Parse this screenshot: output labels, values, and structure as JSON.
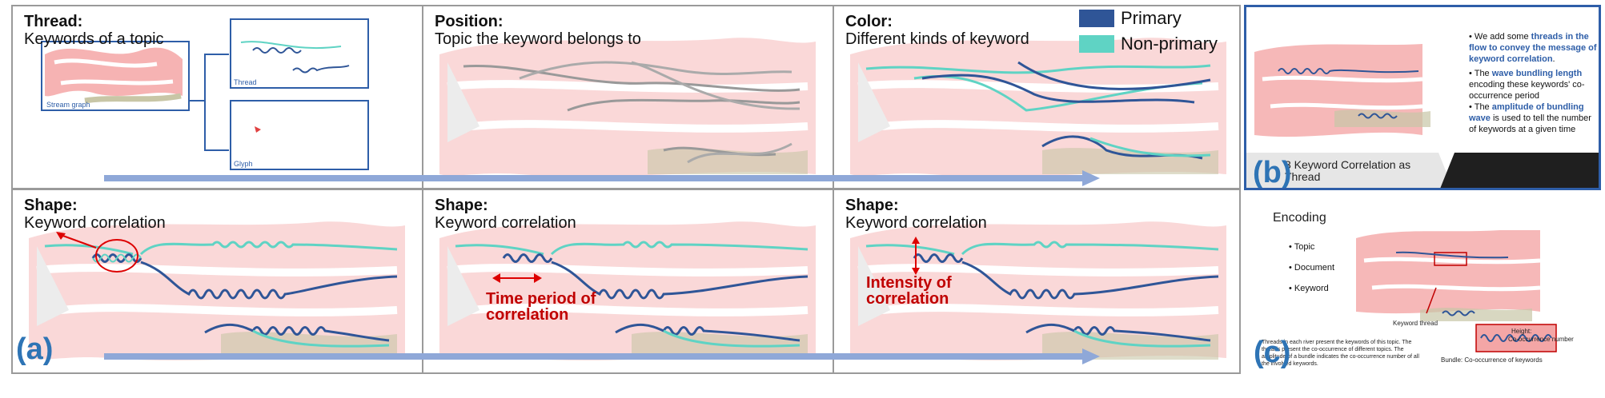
{
  "panels": {
    "thread": {
      "title": "Thread:",
      "subtitle": "Keywords of a topic",
      "label_stream": "Stream graph",
      "label_thread": "Thread",
      "label_glyph": "Glyph"
    },
    "position": {
      "title": "Position:",
      "subtitle": "Topic the keyword belongs to"
    },
    "color": {
      "title": "Color:",
      "subtitle": "Different kinds of keyword"
    },
    "shape1": {
      "title": "Shape:",
      "subtitle": "Keyword correlation"
    },
    "shape2": {
      "title": "Shape:",
      "subtitle": "Keyword correlation",
      "annotation": "Time period of correlation"
    },
    "shape3": {
      "title": "Shape:",
      "subtitle": "Keyword correlation",
      "annotation": "Intensity of correlation"
    }
  },
  "legend": {
    "primary": "Primary",
    "non_primary": "Non-primary"
  },
  "labels": {
    "a": "(a)",
    "b": "(b)",
    "c": "(c)"
  },
  "slide_b": {
    "footer": "3 Keyword Correlation as Thread",
    "bullets": [
      {
        "pre": "We add some ",
        "em": "threads in the flow to convey the message of keyword correlation",
        "post": "."
      },
      {
        "pre": "The ",
        "em": "wave bundling length",
        "post": " encoding these keywords' co-occurrence period"
      },
      {
        "pre": "The ",
        "em": "amplitude of bundling wave",
        "post": " is used to tell the number of keywords at a given time"
      }
    ]
  },
  "slide_c": {
    "title": "Encoding",
    "items": [
      "Topic",
      "Document",
      "Keyword"
    ],
    "label_thread": "Keyword thread",
    "label_height": "Height:",
    "label_height2": "Co-occurrence number",
    "label_bundle": "Bundle: Co-occurrence of keywords",
    "caption": "Threads in each river present the keywords of this topic. The threads present the co-occurrence of different topics. The amplitude of a bundle indicates the co-occurrence number of all the involved keywords."
  },
  "colors": {
    "primary": "#2f5597",
    "non_primary": "#5fd3c4",
    "stream": "#f4a6a6",
    "grey": "#999999",
    "olive": "#c8c6a6",
    "accent": "#c00000"
  }
}
